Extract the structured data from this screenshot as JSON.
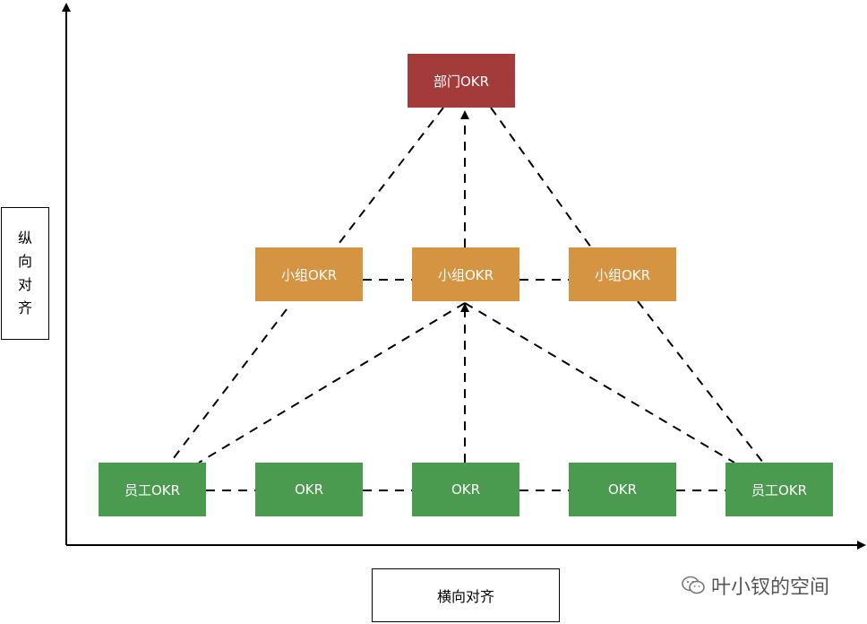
{
  "dept": {
    "label": "部门OKR"
  },
  "teams": [
    {
      "label": "小组OKR"
    },
    {
      "label": "小组OKR"
    },
    {
      "label": "小组OKR"
    }
  ],
  "employees": [
    {
      "label": "员工OKR"
    },
    {
      "label": "OKR"
    },
    {
      "label": "OKR"
    },
    {
      "label": "OKR"
    },
    {
      "label": "员工OKR"
    }
  ],
  "axes": {
    "vertical_label": "纵向对齐",
    "horizontal_label": "横向对齐"
  },
  "watermark": {
    "text": "叶小钗的空间",
    "icon": "wechat-icon"
  },
  "colors": {
    "dept": "#a33b3b",
    "team": "#d49442",
    "employee": "#4a9a4f"
  }
}
